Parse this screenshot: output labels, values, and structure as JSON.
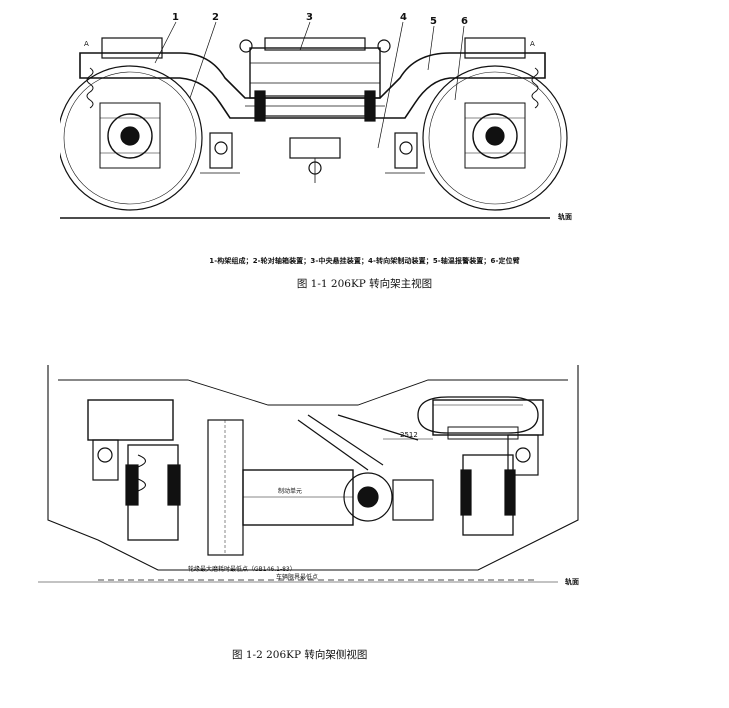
{
  "figure1": {
    "callouts": [
      "1",
      "2",
      "3",
      "4",
      "5",
      "6"
    ],
    "marker_left": "A",
    "marker_right": "A",
    "ground_label": "轨面",
    "legend": "1-构架组成；2-轮对轴箱装置；3-中央悬挂装置；4-转向架制动装置；5-轴温报警装置；6-定位臂",
    "caption": "图 1-1  206KP 转向架主视图"
  },
  "figure2": {
    "dimension_label": "2512",
    "plate_text": "制动单元",
    "note_1": "轮缘最大磨耗时最低点（GB146.1-83）",
    "note_2": "车辆限界最低点",
    "ground_label": "轨面",
    "caption": "图 1-2  206KP 转向架侧视图"
  }
}
